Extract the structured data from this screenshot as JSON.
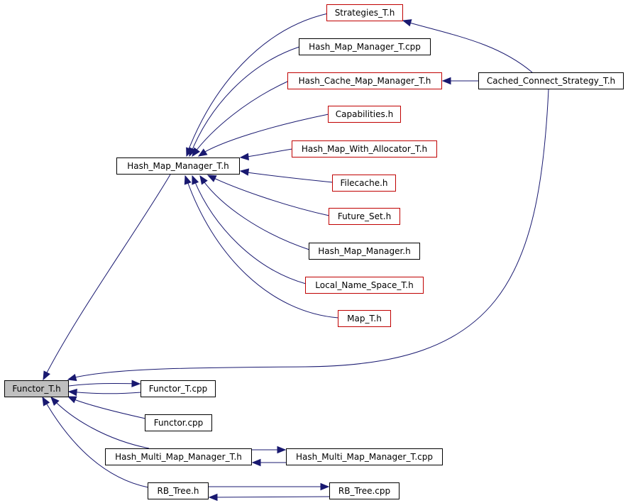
{
  "graph": {
    "colors": {
      "edge": "#191970",
      "red_border": "#c00000",
      "black_border": "#000000",
      "root_fill": "#bfbfbf"
    },
    "nodes": {
      "strategies_t_h": "Strategies_T.h",
      "hash_map_manager_t_cpp": "Hash_Map_Manager_T.cpp",
      "hash_cache_map_manager_t_h": "Hash_Cache_Map_Manager_T.h",
      "cached_connect_strategy_t_h": "Cached_Connect_Strategy_T.h",
      "capabilities_h": "Capabilities.h",
      "hash_map_with_allocator_t_h": "Hash_Map_With_Allocator_T.h",
      "hash_map_manager_t_h": "Hash_Map_Manager_T.h",
      "filecache_h": "Filecache.h",
      "future_set_h": "Future_Set.h",
      "hash_map_manager_h": "Hash_Map_Manager.h",
      "local_name_space_t_h": "Local_Name_Space_T.h",
      "map_t_h": "Map_T.h",
      "functor_t_h": "Functor_T.h",
      "functor_t_cpp": "Functor_T.cpp",
      "functor_cpp": "Functor.cpp",
      "hash_multi_map_manager_t_h": "Hash_Multi_Map_Manager_T.h",
      "hash_multi_map_manager_t_cpp": "Hash_Multi_Map_Manager_T.cpp",
      "rb_tree_h": "RB_Tree.h",
      "rb_tree_cpp": "RB_Tree.cpp"
    }
  }
}
